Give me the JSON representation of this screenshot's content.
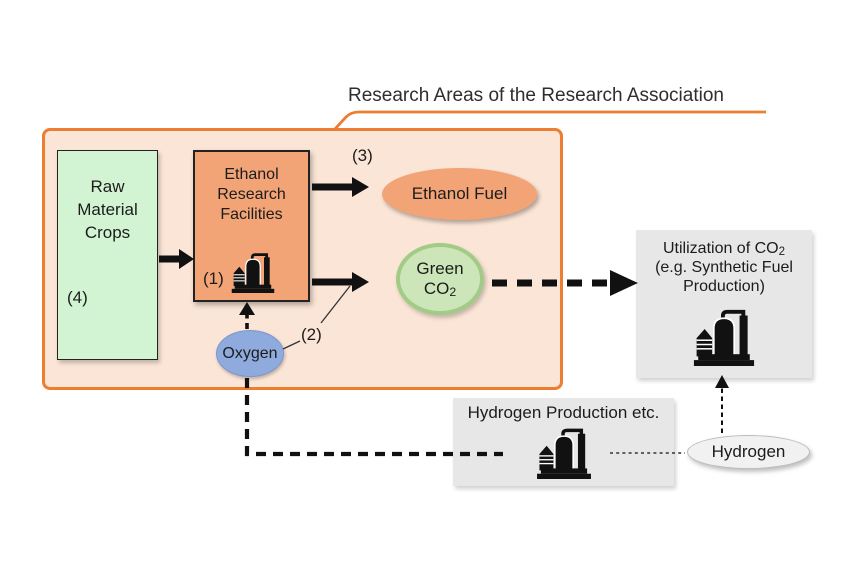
{
  "title": "Research Areas of the Research Association",
  "nodes": {
    "raw_material_crops": {
      "label": "Raw\nMaterial\nCrops",
      "marker": "(4)"
    },
    "ethanol_research_facilities": {
      "label": "Ethanol\nResearch\nFacilities",
      "marker": "(1)"
    },
    "ethanol_fuel": {
      "label": "Ethanol Fuel",
      "marker": "(3)"
    },
    "green_co2": {
      "line1": "Green",
      "formula_base": "CO",
      "formula_sub": "2",
      "marker": "(2)"
    },
    "oxygen": {
      "label": "Oxygen"
    },
    "hydrogen_production": {
      "label": "Hydrogen Production etc."
    },
    "co2_utilization": {
      "line1_base": "Utilization of CO",
      "line1_sub": "2",
      "rest": "(e.g. Synthetic Fuel\nProduction)"
    },
    "hydrogen": {
      "label": "Hydrogen"
    }
  },
  "colors": {
    "accent_orange": "#ED7D31",
    "research_area_fill": "#FBE5D6",
    "node_orange": "#F2A477",
    "crops_green": "#D3F4D3",
    "co2_fill": "#CDE6B9",
    "co2_ring": "#A2CC85",
    "oxygen_blue": "#8FAADC",
    "gray_box": "#E8E7E7",
    "hydrogen_fill": "#F1F1F1",
    "arrow_black": "#111111"
  }
}
